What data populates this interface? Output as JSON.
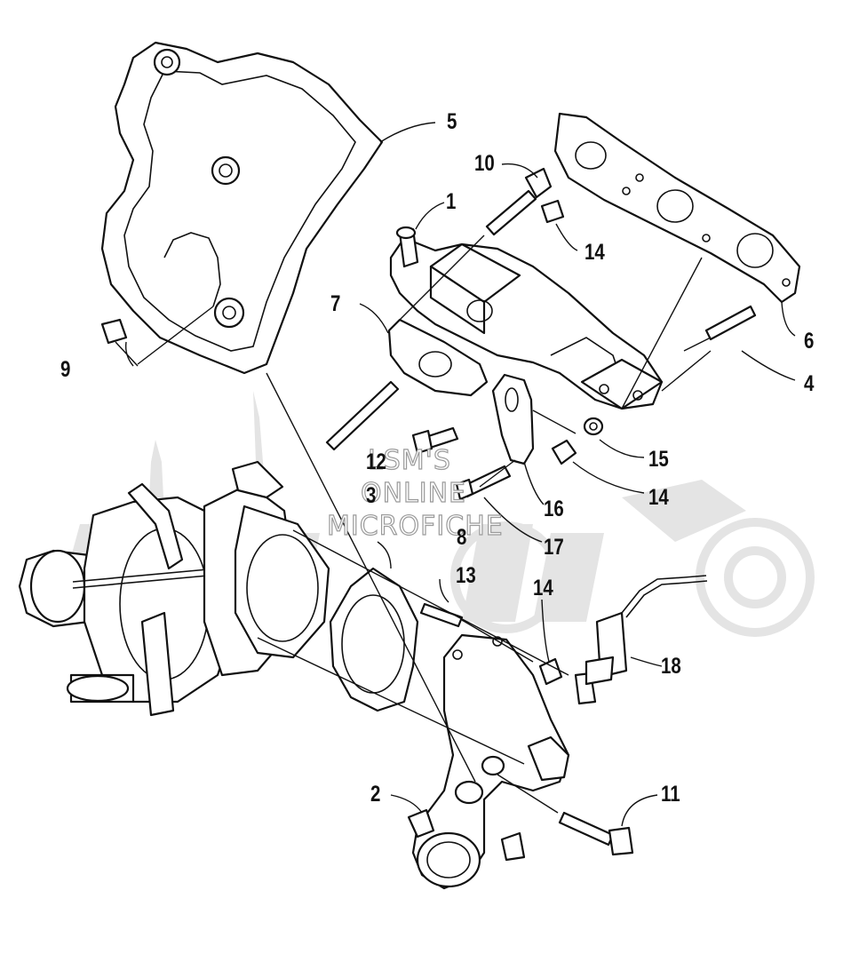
{
  "watermark": {
    "lines": [
      "LSM'S",
      "ONLINE",
      "MICROFICHE"
    ]
  },
  "callouts": [
    {
      "id": "c1",
      "text": "1"
    },
    {
      "id": "c2",
      "text": "2"
    },
    {
      "id": "c3",
      "text": "3"
    },
    {
      "id": "c4",
      "text": "4"
    },
    {
      "id": "c5",
      "text": "5"
    },
    {
      "id": "c6",
      "text": "6"
    },
    {
      "id": "c7",
      "text": "7"
    },
    {
      "id": "c8",
      "text": "8"
    },
    {
      "id": "c9",
      "text": "9"
    },
    {
      "id": "c10",
      "text": "10"
    },
    {
      "id": "c11",
      "text": "11"
    },
    {
      "id": "c12",
      "text": "12"
    },
    {
      "id": "c13",
      "text": "13"
    },
    {
      "id": "c14a",
      "text": "14"
    },
    {
      "id": "c14b",
      "text": "14"
    },
    {
      "id": "c14c",
      "text": "14"
    },
    {
      "id": "c15",
      "text": "15"
    },
    {
      "id": "c16",
      "text": "16"
    },
    {
      "id": "c17",
      "text": "17"
    },
    {
      "id": "c18",
      "text": "18"
    }
  ]
}
